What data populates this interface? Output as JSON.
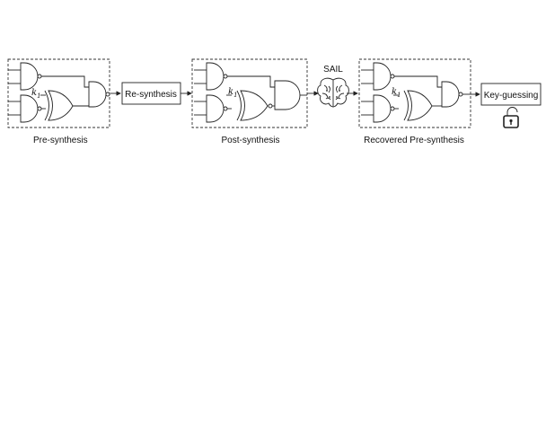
{
  "stages": {
    "pre_synthesis": "Pre-synthesis",
    "resynthesis": "Re-synthesis",
    "post_synthesis": "Post-synthesis",
    "sail": "SAIL",
    "recovered": "Recovered Pre-synthesis",
    "key_guessing": "Key-guessing"
  },
  "key_input": {
    "name": "k",
    "sub": "1"
  },
  "icons": {
    "brain": "brain-icon",
    "lock": "unlocked-padlock-icon"
  },
  "colors": {
    "xnor_post": "#cfcfcf",
    "xnor_recovered": "#ececec",
    "xor_pre": "#ffffff"
  }
}
